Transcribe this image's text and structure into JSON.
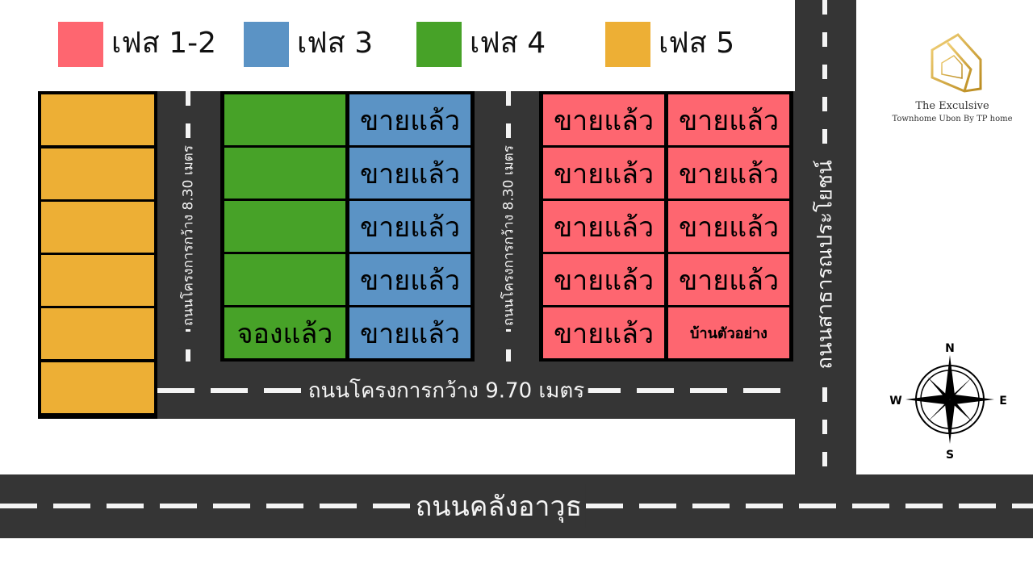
{
  "legend": [
    {
      "label": "เฟส 1-2",
      "color": "#fe6670"
    },
    {
      "label": "เฟส 3",
      "color": "#5b93c5"
    },
    {
      "label": "เฟส 4",
      "color": "#47a228"
    },
    {
      "label": "เฟส 5",
      "color": "#edaf35"
    }
  ],
  "brand": {
    "name": "The Exculsive",
    "tagline": "Townhome Ubon By TP home"
  },
  "roads": {
    "left_inner": "ถนนโครงการกว้าง 8.30 เมตร",
    "middle_inner": "ถนนโครงการกว้าง 8.30 เมตร",
    "project_main": "ถนนโครงการกว้าง 9.70 เมตร",
    "public": "ถนนสาธารณประโยชน์",
    "bottom": "ถนนคลังอาวุธ"
  },
  "phase5": {
    "units": [
      "",
      "",
      "",
      "",
      "",
      ""
    ]
  },
  "phase4": {
    "units": [
      "",
      "",
      "",
      "",
      "จองแล้ว"
    ]
  },
  "phase3": {
    "units": [
      "ขายแล้ว",
      "ขายแล้ว",
      "ขายแล้ว",
      "ขายแล้ว",
      "ขายแล้ว"
    ]
  },
  "phase12_left": {
    "units": [
      "ขายแล้ว",
      "ขายแล้ว",
      "ขายแล้ว",
      "ขายแล้ว",
      "ขายแล้ว"
    ]
  },
  "phase12_right": {
    "units": [
      "ขายแล้ว",
      "ขายแล้ว",
      "ขายแล้ว",
      "ขายแล้ว",
      "บ้านตัวอย่าง"
    ]
  },
  "compass": {
    "n": "N",
    "s": "S",
    "e": "E",
    "w": "W"
  }
}
